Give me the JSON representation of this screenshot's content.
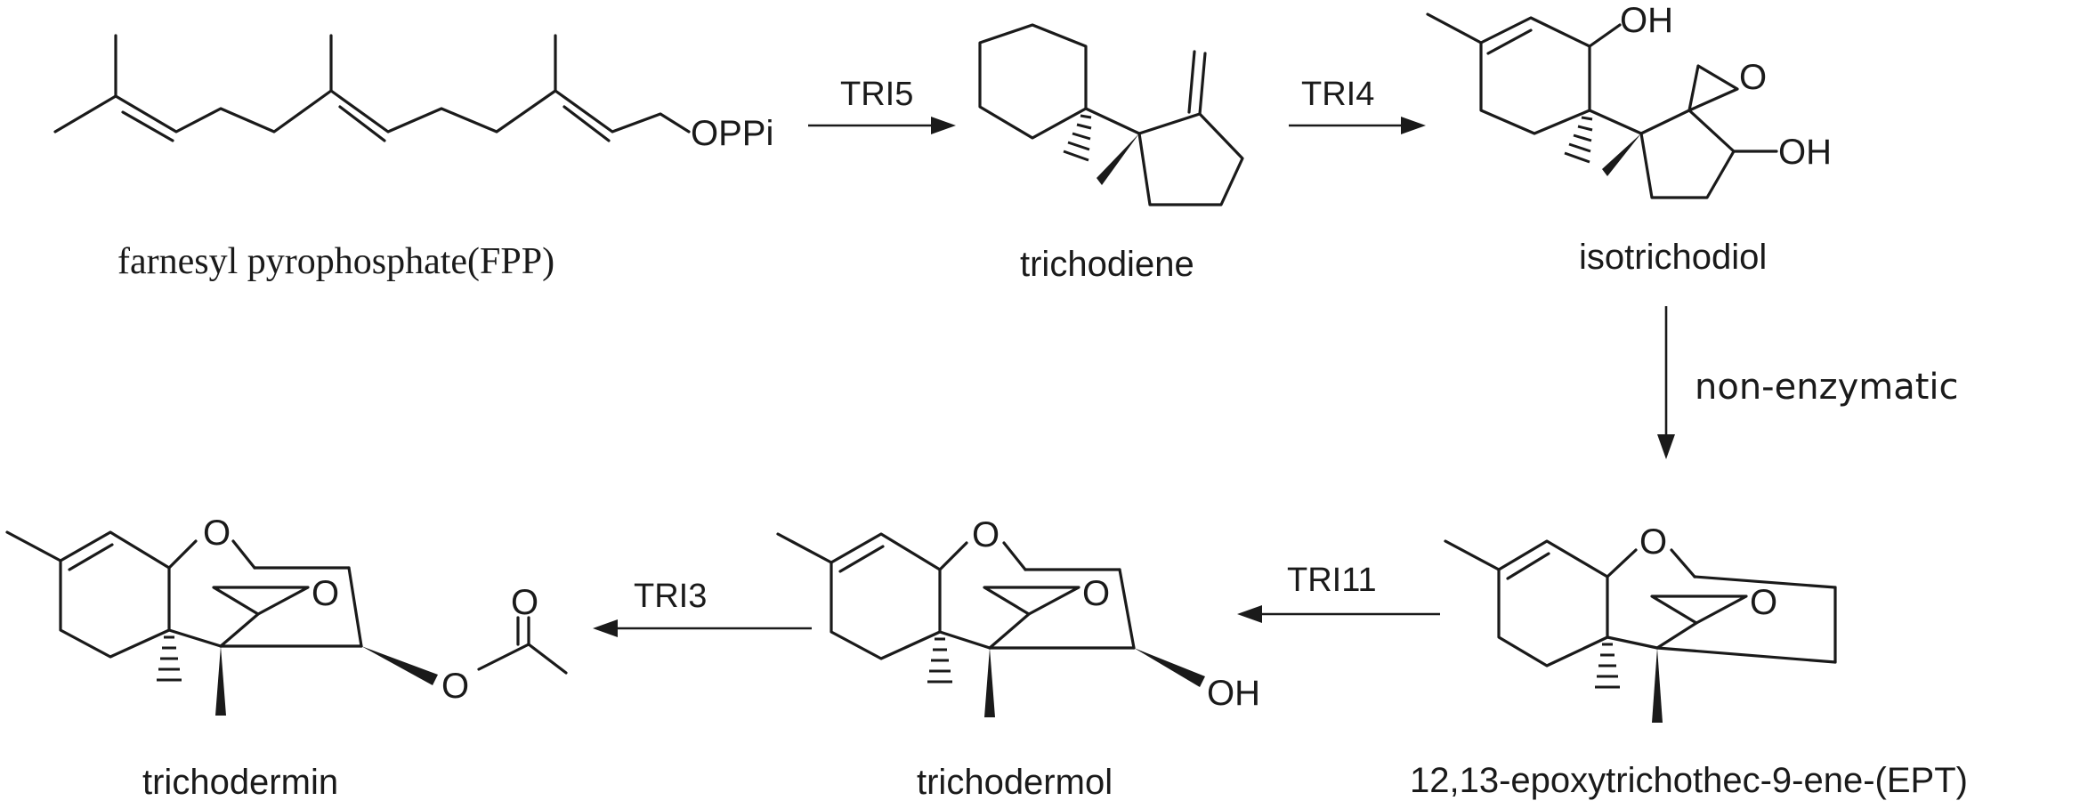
{
  "compounds": {
    "fpp": {
      "name": "farnesyl pyrophosphate(FPP)",
      "group": "OPPi"
    },
    "trichodiene": {
      "name": "trichodiene"
    },
    "isotrichodiol": {
      "name": "isotrichodiol",
      "oh_top": "OH",
      "oh_right": "OH",
      "epoxide_o": "O"
    },
    "ept": {
      "name": "12,13-epoxytrichothec-9-ene-(EPT)",
      "ring_o": "O",
      "epoxide_o": "O"
    },
    "trichodermol": {
      "name": "trichodermol",
      "ring_o": "O",
      "epoxide_o": "O",
      "oh": "OH"
    },
    "trichodermin": {
      "name": "trichodermin",
      "ring_o": "O",
      "epoxide_o": "O",
      "ester_o": "O",
      "carbonyl_o": "O"
    }
  },
  "reactions": {
    "tri5": "TRI5",
    "tri4": "TRI4",
    "non_enzymatic": "non-enzymatic",
    "tri11": "TRI11",
    "tri3": "TRI3"
  }
}
